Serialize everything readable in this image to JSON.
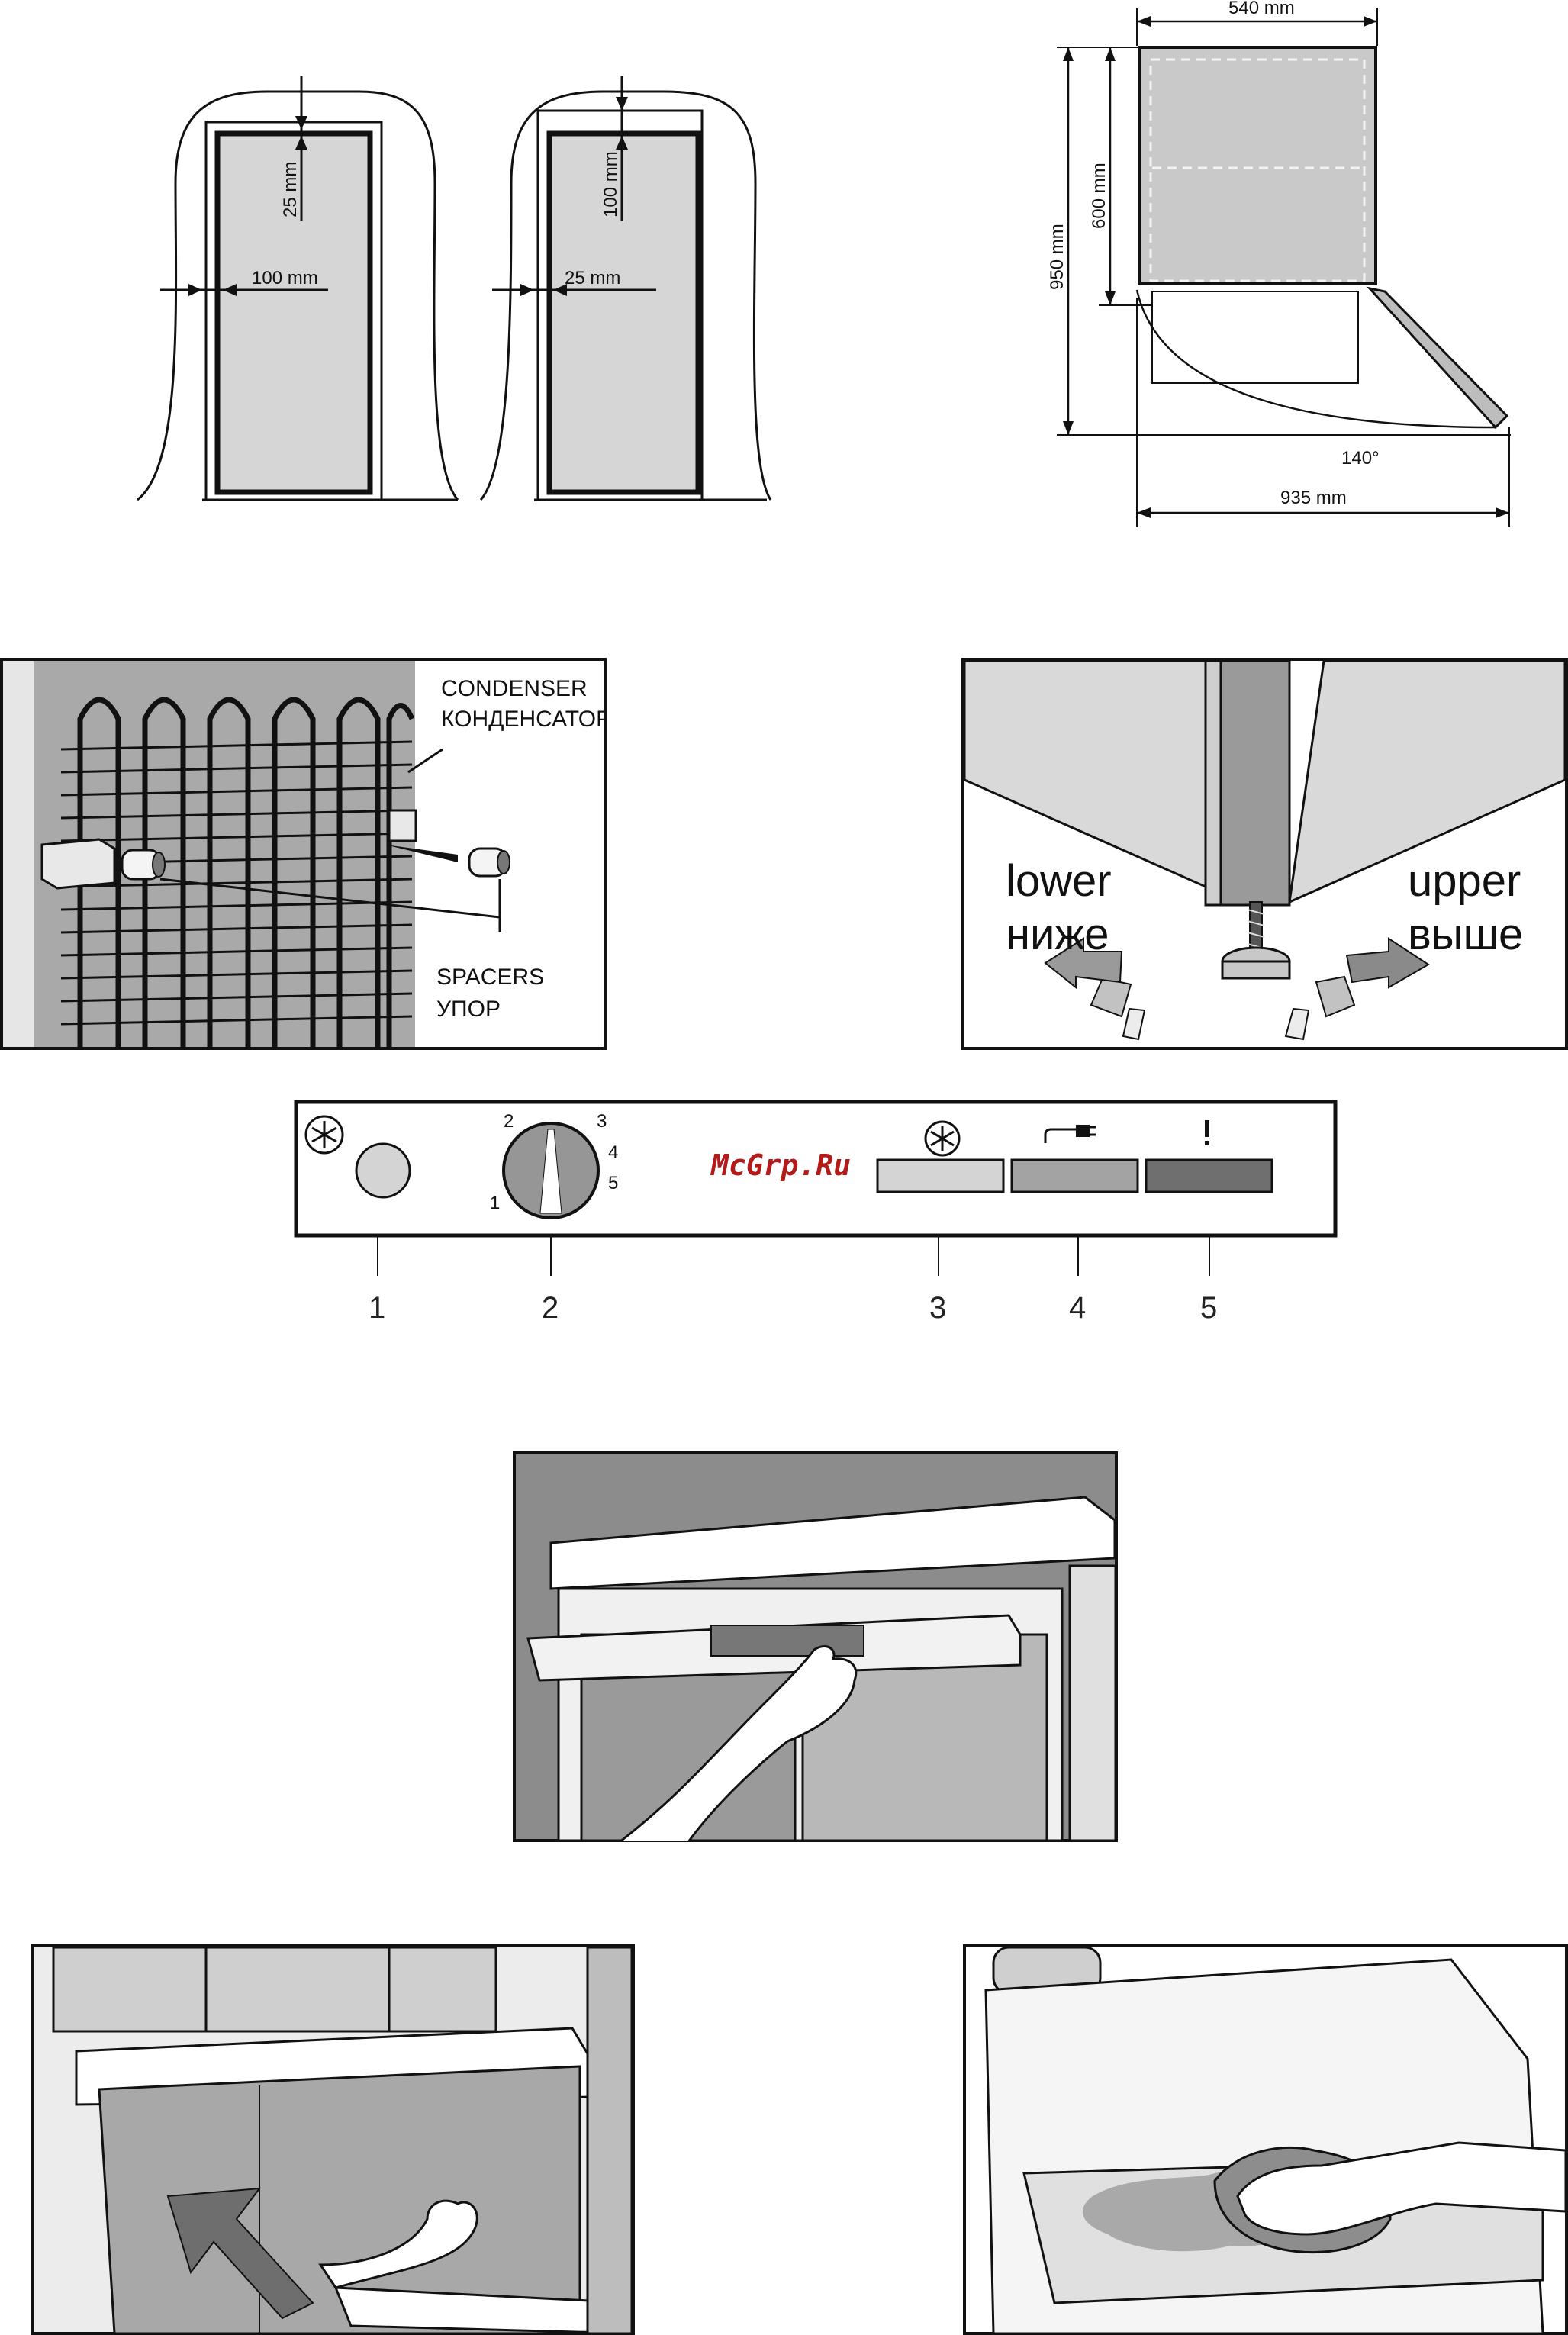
{
  "clearance": {
    "left": {
      "top_label": "25 mm",
      "side_label": "100 mm"
    },
    "right": {
      "top_label": "100 mm",
      "side_label": "25 mm"
    }
  },
  "dimensions": {
    "width": "540 mm",
    "depth": "600 mm",
    "height": "950 mm",
    "angle": "140°",
    "open_depth": "935 mm"
  },
  "condenser": {
    "label_en": "CONDENSER",
    "label_ru": "КОНДЕНСАТОР",
    "spacers_en": "SPACERS",
    "spacers_ru": "УПОР"
  },
  "leveling": {
    "lower_en": "lower",
    "lower_ru": "ниже",
    "upper_en": "upper",
    "upper_ru": "выше"
  },
  "control_panel": {
    "dial_marks": [
      "1",
      "2",
      "3",
      "4",
      "5"
    ],
    "watermark": "McGrp.Ru",
    "indicator_colors": [
      "#d4d4d4",
      "#a3a3a3",
      "#6f6f6f"
    ],
    "callouts": [
      "1",
      "2",
      "3",
      "4",
      "5"
    ]
  }
}
